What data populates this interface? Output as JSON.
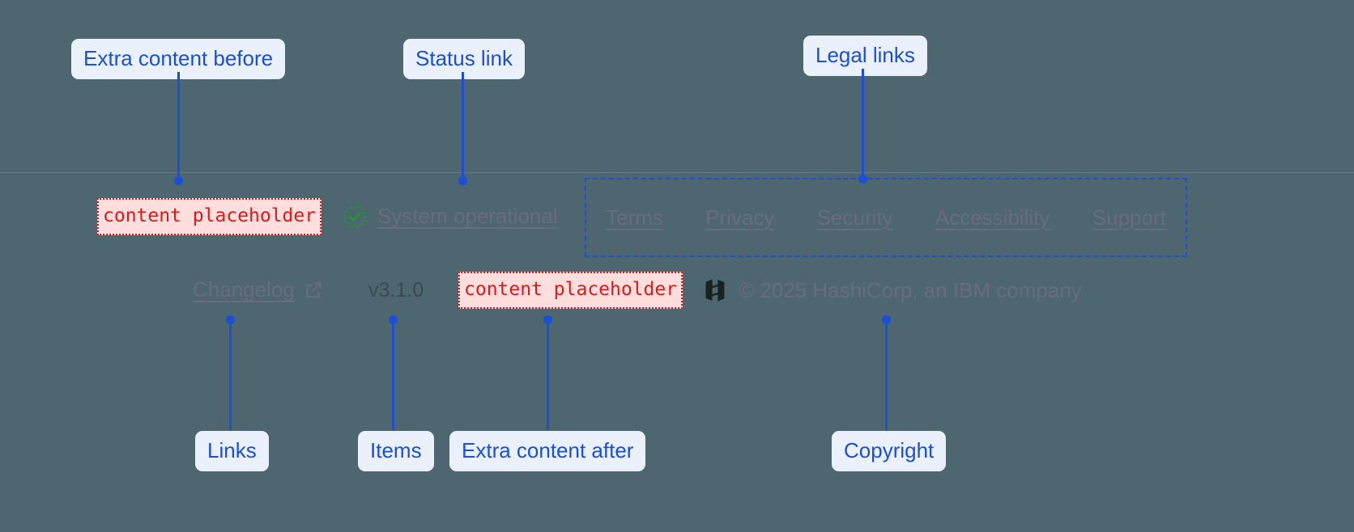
{
  "theme": {
    "background": "#4d6670",
    "annotation_color": "#1a4fd6",
    "annotation_bg": "#eaf1fd",
    "placeholder_color": "#d91b1b",
    "placeholder_bg": "#ffdedd",
    "link_color": "#6a6c7c",
    "status_ok_color": "#1a9b34",
    "divider_color": "#6c7b88"
  },
  "annotations": {
    "extra_before": "Extra content before",
    "status_link": "Status link",
    "legal_links": "Legal links",
    "links": "Links",
    "items": "Items",
    "extra_after": "Extra content after",
    "copyright": "Copyright"
  },
  "footer": {
    "extra_content_before": "content placeholder",
    "extra_content_after": "content placeholder",
    "status": {
      "icon": "check-circle-icon",
      "label": "System operational"
    },
    "legal_links": [
      {
        "label": "Terms"
      },
      {
        "label": "Privacy"
      },
      {
        "label": "Security"
      },
      {
        "label": "Accessibility"
      },
      {
        "label": "Support"
      }
    ],
    "changelog": {
      "label": "Changelog",
      "icon": "external-link-icon"
    },
    "version": "v3.1.0",
    "brand": {
      "logo": "hashicorp-logo",
      "copyright": "© 2025 HashiCorp, an IBM company"
    }
  }
}
